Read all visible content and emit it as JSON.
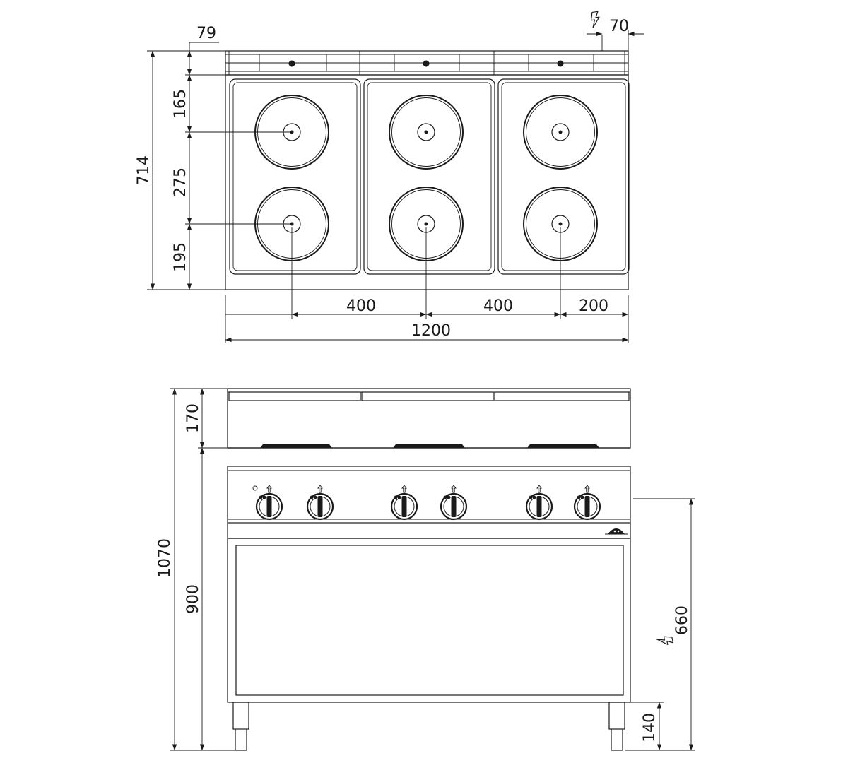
{
  "top_view": {
    "dims": {
      "total_width": "1200",
      "spacing_1": "400",
      "spacing_2": "400",
      "right_offset": "200",
      "total_depth": "714",
      "upper_offset": "165",
      "burner_spacing": "275",
      "lower_offset": "195",
      "backsplash": "79",
      "elec_connection": "70"
    }
  },
  "front_view": {
    "dims": {
      "total_height": "1070",
      "work_height": "900",
      "upstand": "170",
      "elec_height": "660",
      "feet": "140"
    }
  },
  "icons": {
    "electric": "lightning-icon",
    "knob": "control-knob-icon",
    "brand": "brand-logo-icon"
  },
  "colors": {
    "line": "#1a1a1a",
    "background": "#ffffff"
  }
}
